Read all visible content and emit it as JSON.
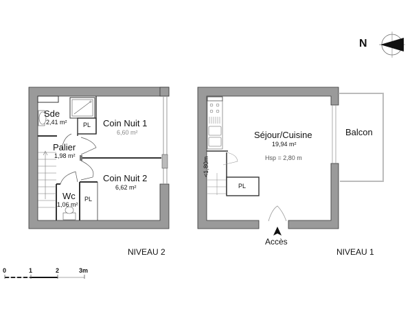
{
  "plan": {
    "levels": [
      {
        "name": "NIVEAU 2",
        "rooms": [
          {
            "name": "Sde",
            "area": "2,41 m²"
          },
          {
            "name": "Coin Nuit 1",
            "area": "6,60 m²"
          },
          {
            "name": "Palier",
            "area": "1,98 m²"
          },
          {
            "name": "Coin Nuit 2",
            "area": "6,62 m²"
          },
          {
            "name": "Wc",
            "area": "1,06 m²"
          }
        ],
        "closets": [
          "PL",
          "PL"
        ]
      },
      {
        "name": "NIVEAU 1",
        "rooms": [
          {
            "name": "Séjour/Cuisine",
            "area": "19,94 m²",
            "height_note": "Hsp = 2,80 m"
          },
          {
            "name": "Balcon",
            "area": ""
          }
        ],
        "closets": [
          "PL"
        ],
        "stair_note": "<1,80m",
        "entrance": "Accès"
      }
    ],
    "north_label": "N",
    "scale": {
      "ticks": [
        "0",
        "1",
        "2",
        "3m"
      ]
    }
  }
}
